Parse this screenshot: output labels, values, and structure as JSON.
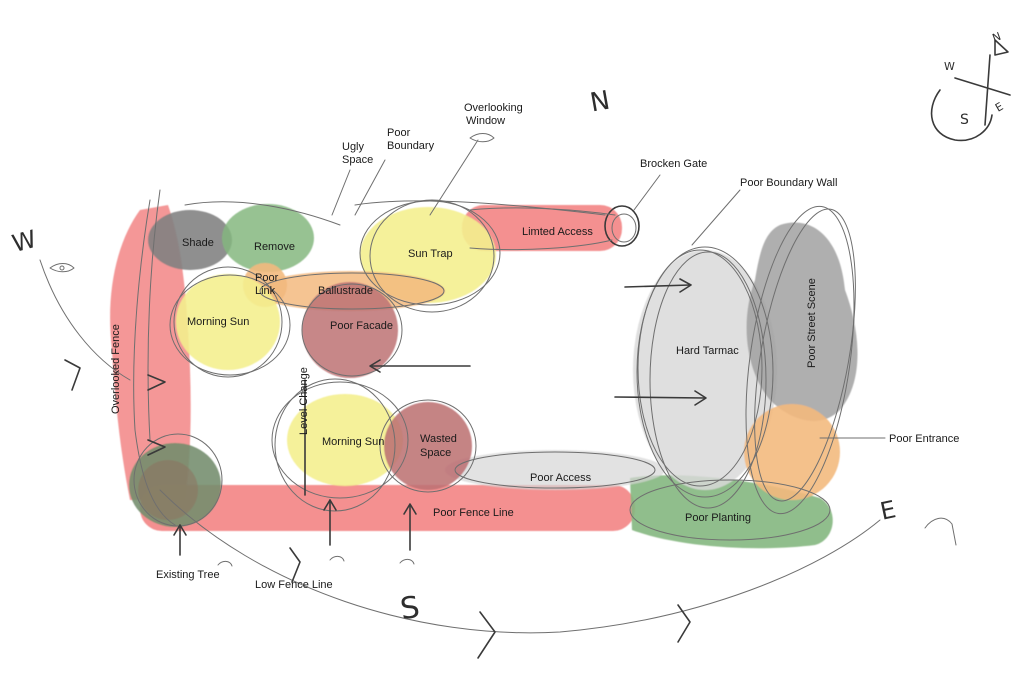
{
  "colors": {
    "red": "#ef6f6f",
    "green": "#6faa68",
    "gray": "#8f8f8f",
    "light_gray": "#cfcfcf",
    "yellow": "#f2ec7a",
    "orange": "#f1ad67",
    "maroon": "#b0585a",
    "dark_gray": "#6b6b6b",
    "pencil": "#6f6f6f"
  },
  "compass": {
    "north_glyph": "N",
    "labels": [
      "W",
      "S",
      "N",
      "E"
    ]
  },
  "letters": {
    "north": "N",
    "west": "W",
    "south": "S",
    "east": "E"
  },
  "zones": {
    "shade": "Shade",
    "remove": "Remove",
    "poor_link": [
      "Poor",
      "Link"
    ],
    "ballustrade": "Ballustrade",
    "morning_sun_top": "Morning Sun",
    "poor_facade": "Poor Facade",
    "sun_trap": "Sun Trap",
    "limited_access": "Limted Access",
    "level_change": "Level Change",
    "morning_sun_bottom": "Morning Sun",
    "wasted_space": [
      "Wasted",
      "Space"
    ],
    "poor_access": "Poor Access",
    "poor_fence_line": "Poor Fence Line",
    "poor_planting": "Poor Planting",
    "hard_tarmac": "Hard Tarmac",
    "poor_street_scene": "Poor Street Scene",
    "overlooked_fence": "Overlooked Fence"
  },
  "callouts": {
    "ugly_space": [
      "Ugly",
      "Space"
    ],
    "poor_boundary": [
      "Poor",
      "Boundary"
    ],
    "overlooking_window": [
      "Overlooking",
      "Window"
    ],
    "brocken_gate": "Brocken Gate",
    "poor_boundary_wall": "Poor Boundary Wall",
    "poor_entrance": "Poor Entrance",
    "existing_tree": "Existing Tree",
    "low_fence_line": "Low Fence Line"
  }
}
